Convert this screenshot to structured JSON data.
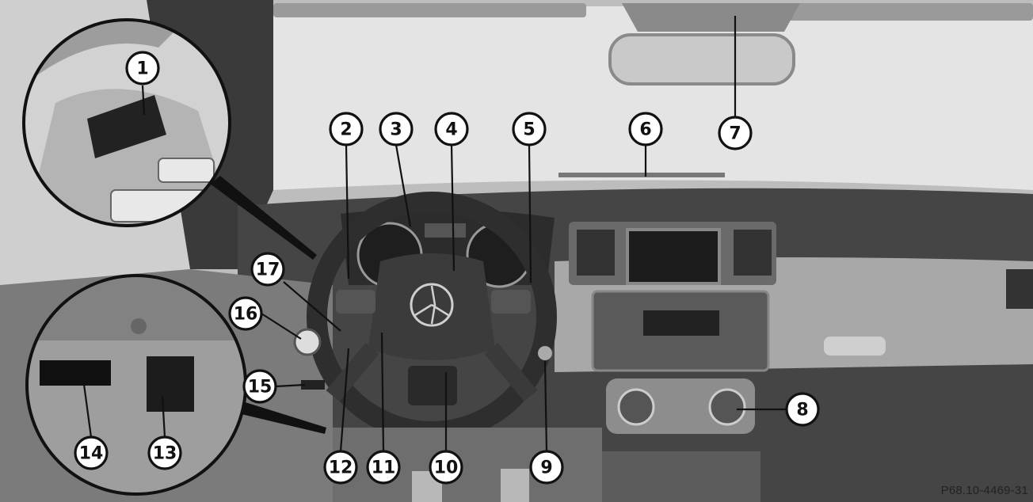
{
  "figure": {
    "figure_id": "P68.10-4469-31"
  },
  "callouts": [
    {
      "label": "1"
    },
    {
      "label": "2"
    },
    {
      "label": "3"
    },
    {
      "label": "4"
    },
    {
      "label": "5"
    },
    {
      "label": "6"
    },
    {
      "label": "7"
    },
    {
      "label": "8"
    },
    {
      "label": "9"
    },
    {
      "label": "10"
    },
    {
      "label": "11"
    },
    {
      "label": "12"
    },
    {
      "label": "13"
    },
    {
      "label": "14"
    },
    {
      "label": "15"
    },
    {
      "label": "16"
    },
    {
      "label": "17"
    }
  ],
  "colors": {
    "windshield": "#e6e6e6",
    "dashboard": "#3c3c3c",
    "pillar": "#2a2a2a",
    "steering_wheel": "#303030",
    "callout_stroke": "#111111"
  }
}
